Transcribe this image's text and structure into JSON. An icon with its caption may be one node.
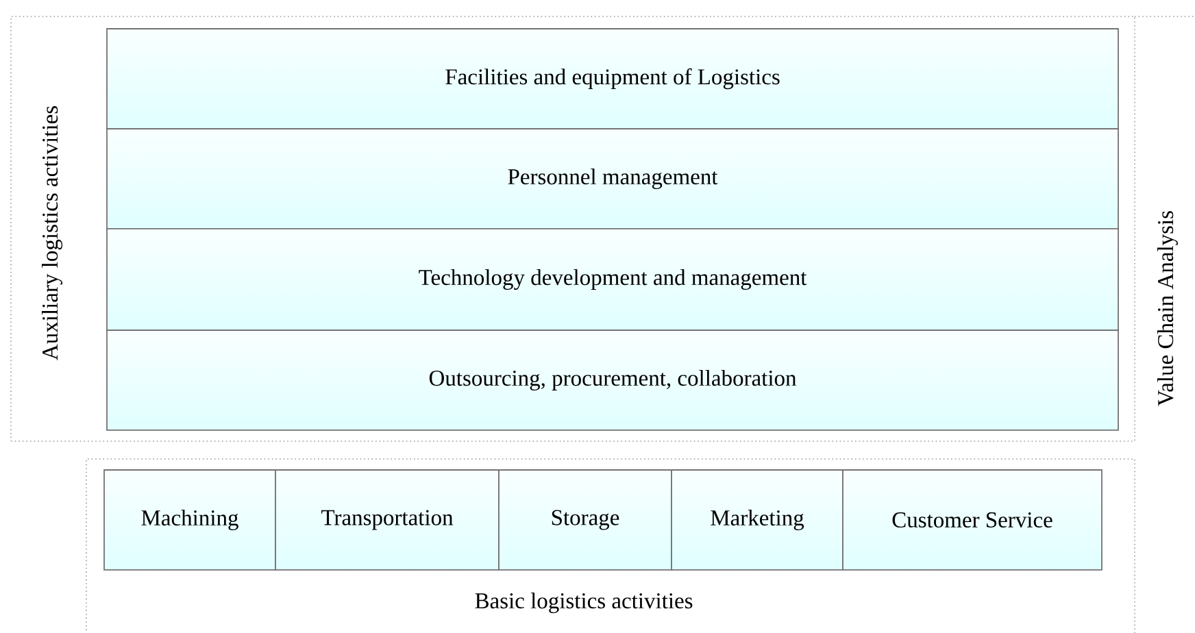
{
  "diagram": {
    "nodes": [
      {
        "text": [
          "Auxiliary logistics activities"
        ]
      },
      {
        "text": [
          "Facilities and equipment of Logistics"
        ],
        "in": 0
      },
      {
        "text": [
          "Personnel management"
        ],
        "in": 0
      },
      {
        "text": [
          "Technology development and management"
        ],
        "in": 0
      },
      {
        "text": [
          "Outsourcing, procurement, collaboration"
        ],
        "in": 0
      },
      {
        "text": [
          "Basic logistics activities"
        ]
      },
      {
        "text": [
          "Machining"
        ],
        "in": 5
      },
      {
        "text": [
          "Transportation"
        ],
        "in": 5
      },
      {
        "text": [
          "Storage"
        ],
        "in": 5
      },
      {
        "text": [
          "Marketing"
        ],
        "in": 5
      },
      {
        "text": [
          "Customer Service"
        ],
        "in": 5
      }
    ],
    "labels": [
      "Value Chain Analysis"
    ]
  }
}
